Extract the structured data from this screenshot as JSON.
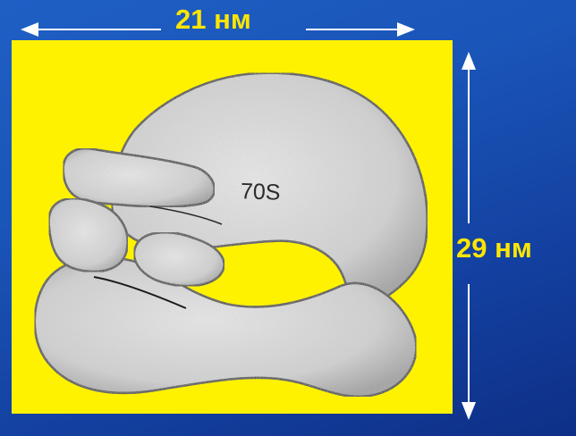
{
  "figure": {
    "width_label": "21 нм",
    "height_label": "29 нм",
    "particle_label": "70S"
  },
  "colors": {
    "background": "#1a55b8",
    "panel": "#fff200",
    "label_text": "#ffe600",
    "arrow": "#ffffff",
    "particle_fill": "#d9d9d9",
    "particle_outline": "#1a1a1a"
  }
}
